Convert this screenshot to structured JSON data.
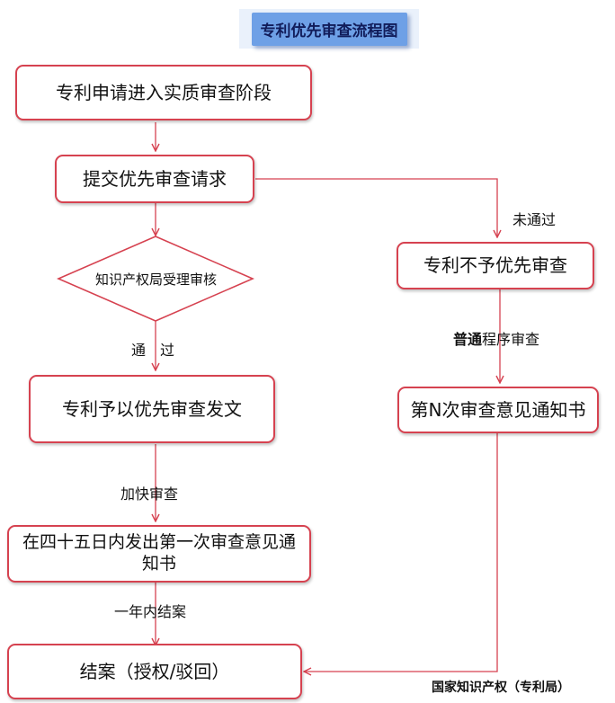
{
  "title": "专利优先审查流程图",
  "boxes": {
    "start": "专利申请进入实质审查阶段",
    "submit": "提交优先审查请求",
    "review": "知识产权局受理审核",
    "approved": "专利予以优先审查发文",
    "first_opinion": "在四十五日内发出第一次审查意见通知书",
    "close": "结案（授权/驳回）",
    "rejected": "专利不予优先审查",
    "nth_opinion": "第N次审查意见通知书"
  },
  "labels": {
    "not_passed": "未通过",
    "passed": "通　过",
    "normal_prefix": "普通",
    "normal_suffix": "程序审查",
    "expedited": "加快审查",
    "within_year": "一年内结案"
  },
  "footer": "国家知识产权（专利局）",
  "colors": {
    "line": "#d64250",
    "title_bg": "#6ea0e6"
  }
}
